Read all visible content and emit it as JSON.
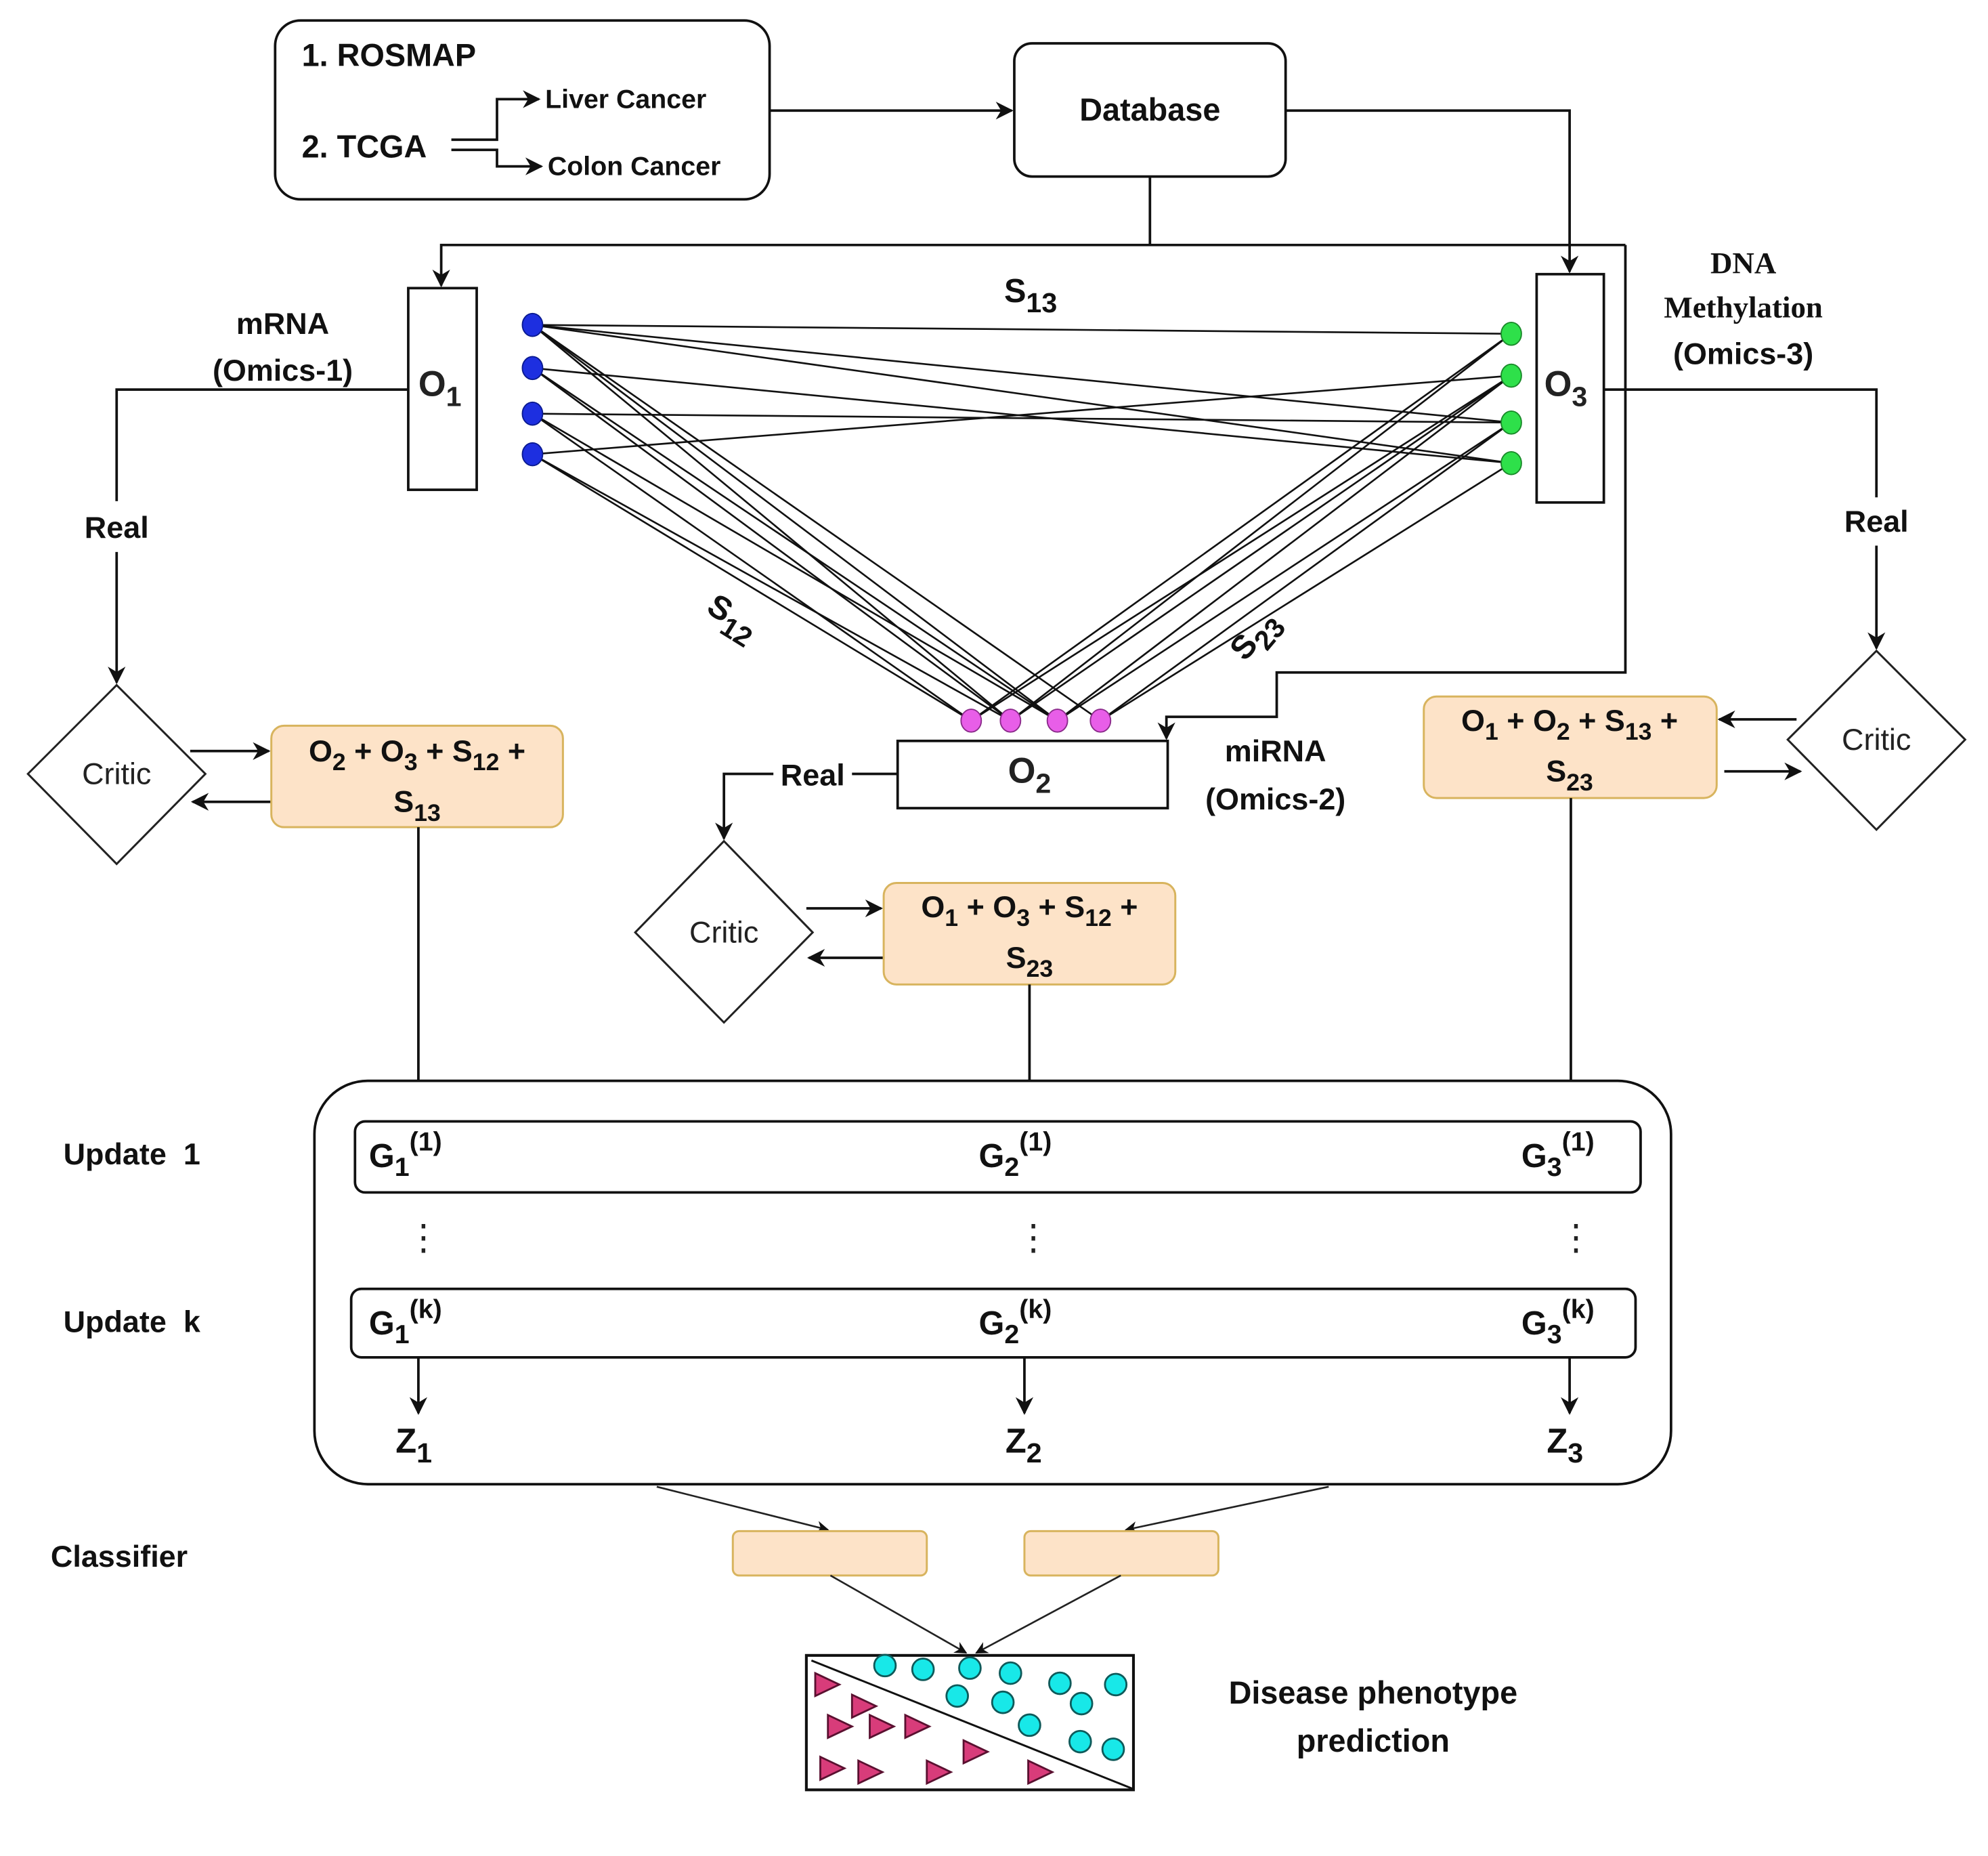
{
  "source": {
    "item1": "1. ROSMAP",
    "item2": "2. TCGA",
    "sub1": "Liver Cancer",
    "sub2": "Colon Cancer"
  },
  "database": {
    "label": "Database"
  },
  "omics": [
    {
      "id": "O1",
      "base": "O",
      "sub": "1",
      "name": "mRNA",
      "desc": "(Omics-1)"
    },
    {
      "id": "O2",
      "base": "O",
      "sub": "2",
      "name": "miRNA",
      "desc": "(Omics-2)"
    },
    {
      "id": "O3",
      "base": "O",
      "sub": "3",
      "name_line1": "DNA",
      "name_line2": "Methylation",
      "desc": "(Omics-3)"
    }
  ],
  "similarity": {
    "s12": {
      "base": "S",
      "sub": "12"
    },
    "s13": {
      "base": "S",
      "sub": "13"
    },
    "s23": {
      "base": "S",
      "sub": "23"
    }
  },
  "node_colors": {
    "omics1": "#1d2fe0",
    "omics2": "#e85ee8",
    "omics3": "#2ee04a"
  },
  "real_label": "Real",
  "critic_label": "Critic",
  "generator_inputs": {
    "g1": {
      "line1": [
        "O",
        "2",
        " + ",
        "O",
        "3",
        " + ",
        "S",
        "12",
        " +"
      ],
      "line2": [
        "S",
        "13"
      ]
    },
    "g2": {
      "line1": [
        "O",
        "1",
        " + ",
        "O",
        "3",
        " + ",
        "S",
        "12",
        " +"
      ],
      "line2": [
        "S",
        "23"
      ]
    },
    "g3": {
      "line1": [
        "O",
        "1",
        " + ",
        "O",
        "2",
        " + ",
        "S",
        "13",
        " +"
      ],
      "line2": [
        "S",
        "23"
      ]
    }
  },
  "updates": {
    "row1_label": "Update  1",
    "rowk_label": "Update  k",
    "row1": [
      {
        "base": "G",
        "sub": "1",
        "sup": "(1)"
      },
      {
        "base": "G",
        "sub": "2",
        "sup": "(1)"
      },
      {
        "base": "G",
        "sub": "3",
        "sup": "(1)"
      }
    ],
    "rowk": [
      {
        "base": "G",
        "sub": "1",
        "sup": "(k)"
      },
      {
        "base": "G",
        "sub": "2",
        "sup": "(k)"
      },
      {
        "base": "G",
        "sub": "3",
        "sup": "(k)"
      }
    ],
    "ellipsis": "⋮",
    "outputs": [
      {
        "base": "Z",
        "sub": "1"
      },
      {
        "base": "Z",
        "sub": "2"
      },
      {
        "base": "Z",
        "sub": "3"
      }
    ]
  },
  "classifier": {
    "label": "Classifier"
  },
  "prediction": {
    "line1": "Disease phenotype",
    "line2": "prediction"
  },
  "colors": {
    "generator_fill": "#fde3c8",
    "generator_border": "#d8b45e",
    "class_a": "#18e8e8",
    "class_b": "#d83c7a"
  }
}
